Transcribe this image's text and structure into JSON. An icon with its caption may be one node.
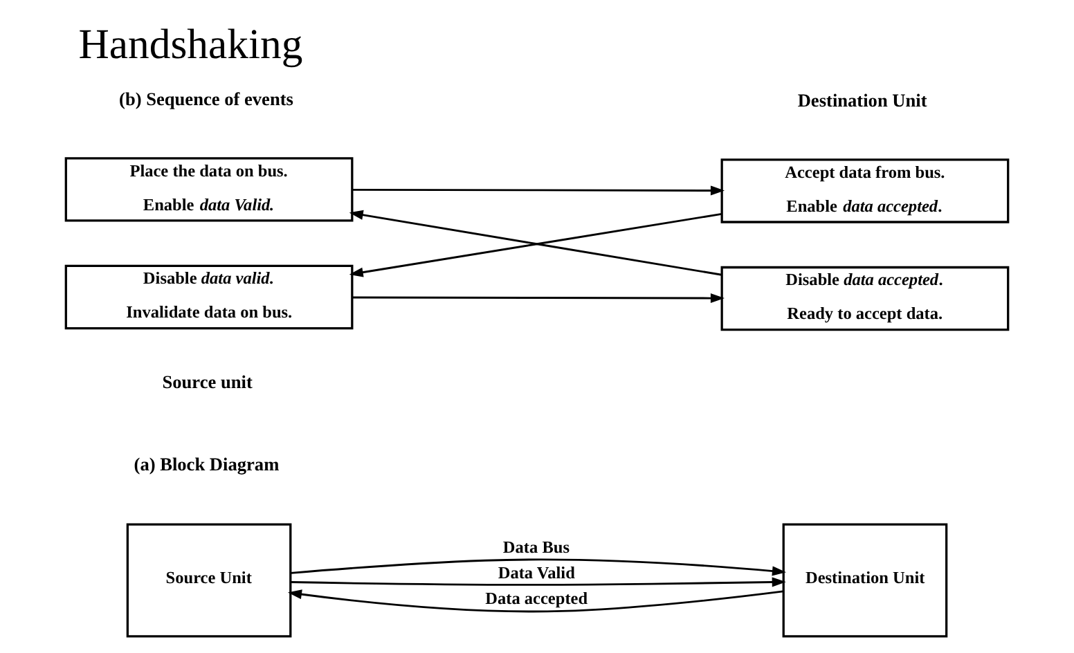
{
  "diagram": {
    "title": "Handshaking",
    "nodes": [
      {
        "text": [
          "Source Unit"
        ]
      },
      {
        "text": [
          "Destination Unit"
        ]
      },
      {
        "text": [
          "Place the data on bus.",
          "Enable *data Valid*."
        ]
      },
      {
        "text": [
          "Accept data from bus.",
          "Enable *data accepted*."
        ]
      },
      {
        "text": [
          "Disable *data valid*.",
          "Invalidate data on bus."
        ]
      },
      {
        "text": [
          "Disable *data accepted*.",
          "Ready to accept data."
        ]
      }
    ],
    "edges": [
      {
        "from": 0,
        "to": 1,
        "arrow": "to",
        "label": "Data Bus"
      },
      {
        "from": 0,
        "to": 1,
        "arrow": "to",
        "label": "Data Valid"
      },
      {
        "from": 1,
        "to": 0,
        "arrow": "to",
        "label": "Data accepted"
      },
      {
        "from": 2,
        "to": 3,
        "arrow": "to"
      },
      {
        "from": 3,
        "to": 4,
        "arrow": "to"
      },
      {
        "from": 4,
        "to": 5,
        "arrow": "to"
      },
      {
        "from": 5,
        "to": 2,
        "arrow": "to"
      }
    ],
    "labels": [
      "(a) Block Diagram",
      "Source unit",
      "Destination Unit",
      "(b) Sequence of events"
    ]
  }
}
